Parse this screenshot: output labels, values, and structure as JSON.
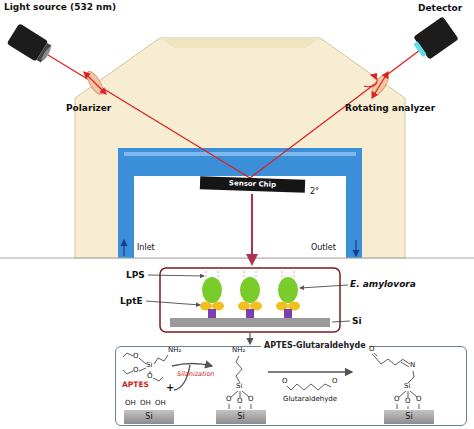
{
  "diagram": {
    "nodes": [
      {
        "text": [
          "Sensor Chip"
        ]
      },
      {
        "text": [
          "APTES-Glutaraldehyde"
        ]
      },
      {
        "text": [
          "Si"
        ],
        "in": 1
      },
      {
        "text": [
          "Si"
        ],
        "in": 1
      },
      {
        "text": [
          "Si"
        ],
        "in": 1
      }
    ],
    "labels": [
      "Light source (532 nm)",
      "Detector",
      "Polarizer",
      "Rotating analyzer",
      "2°",
      "Inlet",
      "Outlet",
      "LPS",
      "LptE",
      "E. amylovora",
      "Si",
      "NH₂",
      "O",
      "Si",
      "O",
      "O",
      "APTES",
      "+",
      "OH",
      "OH",
      "OH",
      "Silanization",
      "NH₂",
      "Si",
      "O",
      "O",
      "O",
      "O",
      "O",
      "Glutaraldehyde",
      "O",
      "N",
      "Si",
      "O",
      "O",
      "O"
    ]
  }
}
